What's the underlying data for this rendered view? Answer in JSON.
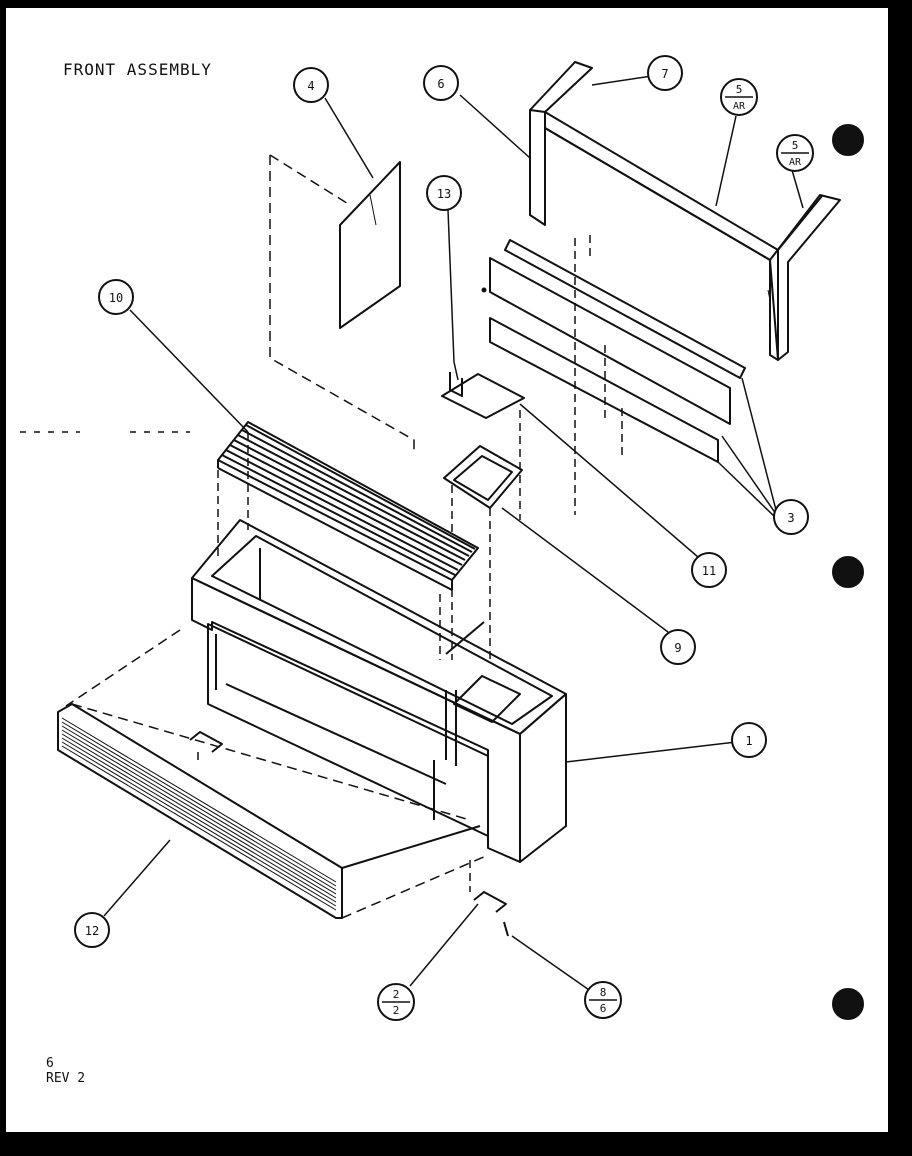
{
  "diagram": {
    "title": "FRONT ASSEMBLY",
    "page_number": "6",
    "revision": "REV 2",
    "callouts": [
      {
        "id": "c1",
        "label": "1"
      },
      {
        "id": "c2",
        "top": "2",
        "bottom": "2"
      },
      {
        "id": "c3",
        "label": "3"
      },
      {
        "id": "c4",
        "label": "4"
      },
      {
        "id": "c5a",
        "top": "5",
        "bottom": "AR"
      },
      {
        "id": "c5b",
        "top": "5",
        "bottom": "AR"
      },
      {
        "id": "c6",
        "label": "6"
      },
      {
        "id": "c7",
        "label": "7"
      },
      {
        "id": "c8",
        "top": "8",
        "bottom": "6"
      },
      {
        "id": "c9",
        "label": "9"
      },
      {
        "id": "c10",
        "label": "10"
      },
      {
        "id": "c11",
        "label": "11"
      },
      {
        "id": "c12",
        "label": "12"
      },
      {
        "id": "c13",
        "label": "13"
      }
    ]
  },
  "colors": {
    "paper": "#ffffff",
    "ink": "#111111",
    "background": "#000000"
  }
}
